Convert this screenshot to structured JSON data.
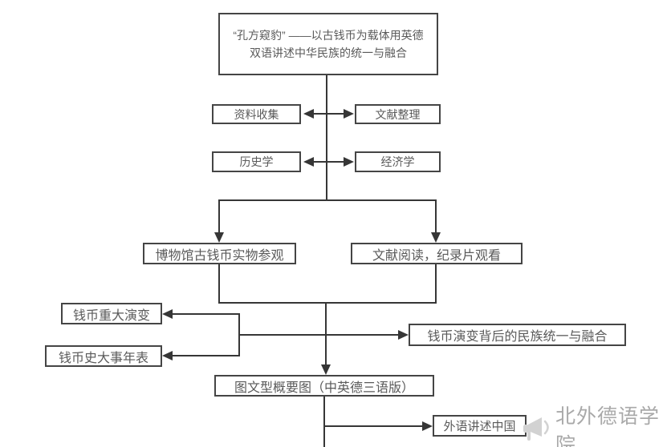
{
  "diagram": {
    "title": {
      "line1": "“孔方窥豹” ——以古钱币为载体用英德",
      "line2": "双语讲述中华民族的统一与融合"
    },
    "nodes": {
      "data_collection": "资料收集",
      "literature_organization": "文献整理",
      "history": "历史学",
      "economics": "经济学",
      "museum_visit": "博物馆古钱币实物参观",
      "literature_reading": "文献阅读，纪录片观看",
      "coin_evolution": "钱币重大演变",
      "coin_timeline": "钱币史大事年表",
      "national_unity": "钱币演变背后的民族统一与融合",
      "summary_diagram": "图文型概要图（中英德三语版）",
      "foreign_language": "外语讲述中国"
    },
    "watermark": {
      "text": "北外德语学院",
      "icon": "megaphone-icon"
    },
    "colors": {
      "line": "#363636",
      "box_border": "#454545",
      "box_text": "#5a5a5a",
      "watermark_text": "#a9a9a9"
    }
  }
}
